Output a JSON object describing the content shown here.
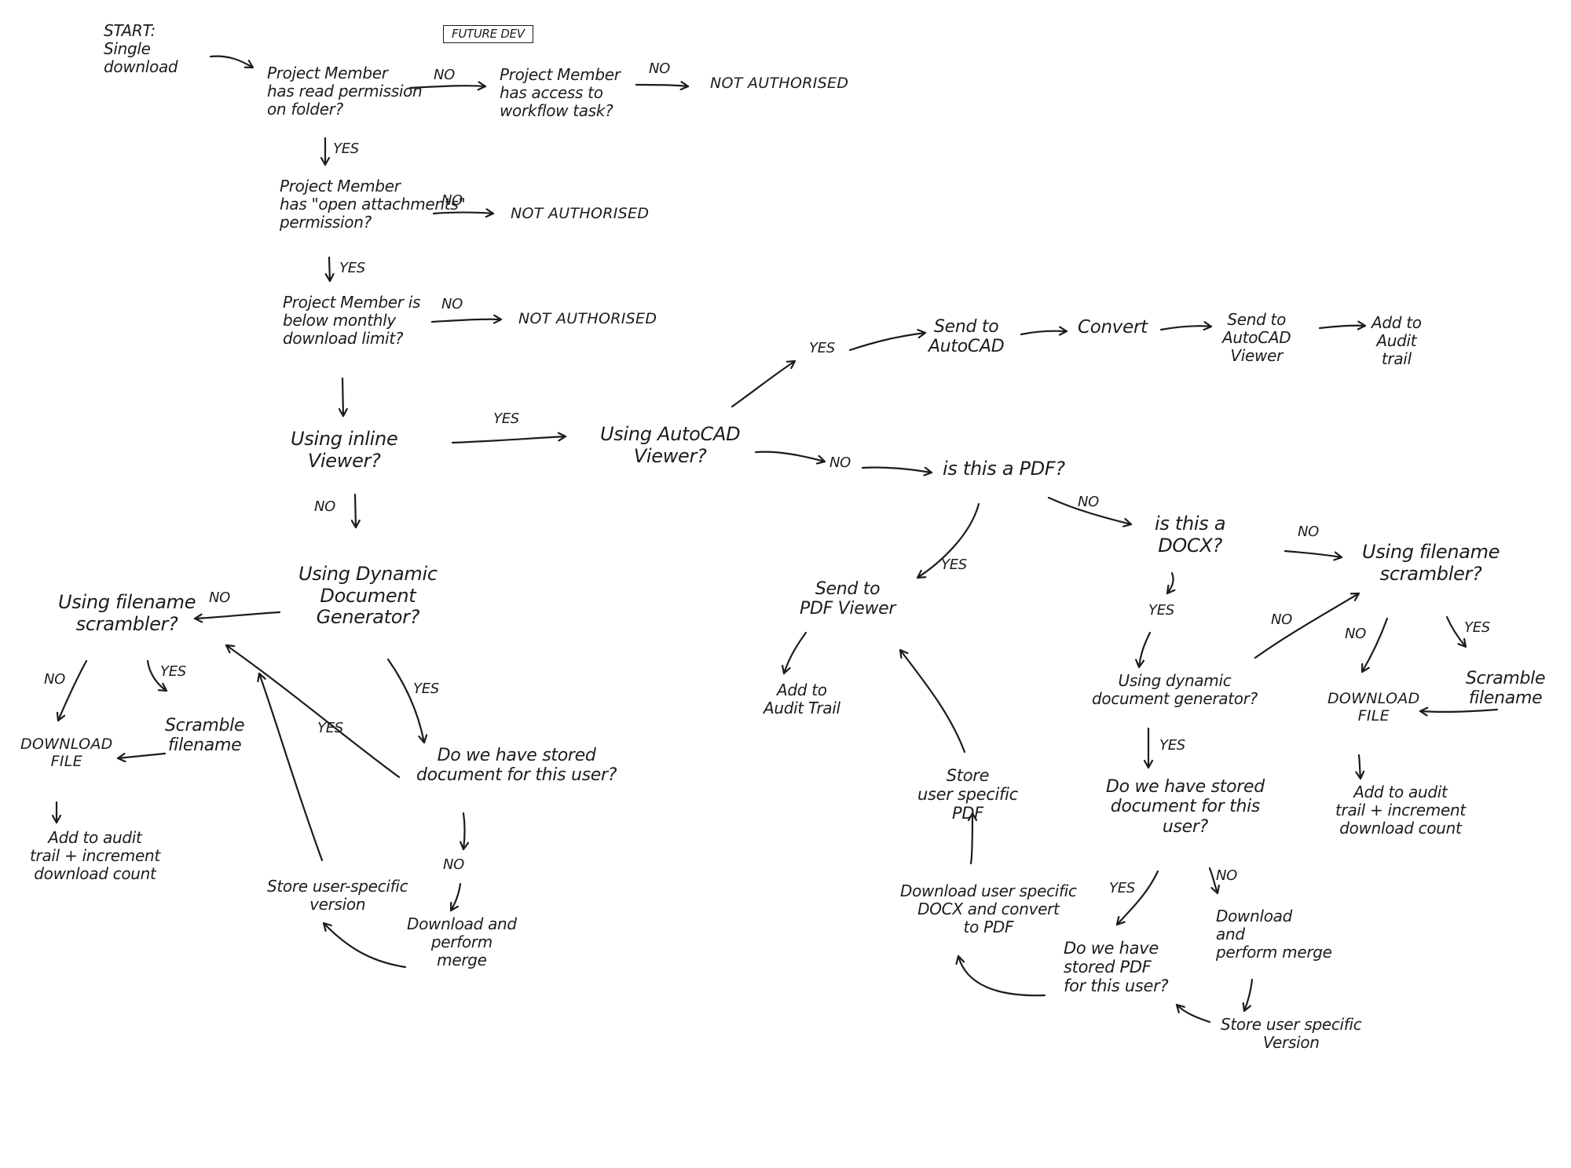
{
  "nodes": {
    "start": "START:\nSingle\ndownload",
    "future_dev": "FUTURE DEV",
    "q_read_permission": "Project Member\nhas read permission\non folder?",
    "q_workflow_task": "Project Member\nhas access to\nworkflow task?",
    "not_authorised_1": "NOT AUTHORISED",
    "q_open_attachments": "Project Member\nhas \"open attachments\"\npermission?",
    "not_authorised_2": "NOT AUTHORISED",
    "q_download_limit": "Project Member is\nbelow monthly\ndownload limit?",
    "not_authorised_3": "NOT AUTHORISED",
    "q_inline_viewer": "Using inline\nViewer?",
    "q_autocad_viewer": "Using AutoCAD\nViewer?",
    "send_to_autocad": "Send to\nAutoCAD",
    "convert": "Convert",
    "send_to_autocad_viewer": "Send to\nAutoCAD\nViewer",
    "add_to_audit_trail_autocad": "Add to\nAudit\ntrail",
    "q_is_pdf": "is this a PDF?",
    "send_to_pdf_viewer": "Send to\nPDF Viewer",
    "add_to_audit_trail_pdf": "Add to\nAudit Trail",
    "q_is_docx": "is this a\nDOCX?",
    "q_filename_scrambler_right": "Using filename\nscrambler?",
    "scramble_filename_right": "Scramble\nfilename",
    "download_file_right": "DOWNLOAD\nFILE",
    "add_audit_increment_right": "Add to audit\ntrail + increment\ndownload count",
    "q_dynamic_doc_gen_right": "Using dynamic\ndocument generator?",
    "q_stored_doc_right": "Do we have stored\ndocument for this\nuser?",
    "download_merge_right": "Download\nand\nperform merge",
    "store_version_right": "Store user specific\nVersion",
    "q_stored_pdf": "Do we have\nstored PDF\nfor this user?",
    "download_docx_convert": "Download user specific\nDOCX and convert\nto PDF",
    "store_user_pdf": "Store\nuser specific\nPDF",
    "q_dynamic_doc_gen_left": "Using Dynamic\nDocument\nGenerator?",
    "q_filename_scrambler_left": "Using filename\nscrambler?",
    "download_file_left": "DOWNLOAD\nFILE",
    "scramble_filename_left": "Scramble\nfilename",
    "add_audit_increment_left": "Add to audit\ntrail + increment\ndownload count",
    "q_stored_doc_left": "Do we have stored\ndocument for this user?",
    "download_merge_left": "Download and\nperform\nmerge",
    "store_version_left": "Store user-specific\nversion"
  },
  "edge_labels": {
    "no_1": "NO",
    "no_2": "NO",
    "no_3": "NO",
    "no_4": "NO",
    "yes_1": "YES",
    "yes_2": "YES",
    "yes_inline": "YES",
    "no_inline": "NO",
    "yes_autocad": "YES",
    "no_autocad": "NO",
    "no_pdf": "NO",
    "yes_pdf": "YES",
    "no_docx": "NO",
    "yes_docx": "YES",
    "no_dyn_right": "NO",
    "no_scr_right": "NO",
    "yes_scr_right": "YES",
    "yes_dyn_right": "YES",
    "yes_stored_right": "YES",
    "no_stored_right": "NO",
    "no_dyn_left": "NO",
    "yes_dyn_left": "YES",
    "no_scr_left": "NO",
    "yes_scr_left": "YES",
    "yes_stored_left": "YES",
    "no_stored_left": "NO"
  }
}
